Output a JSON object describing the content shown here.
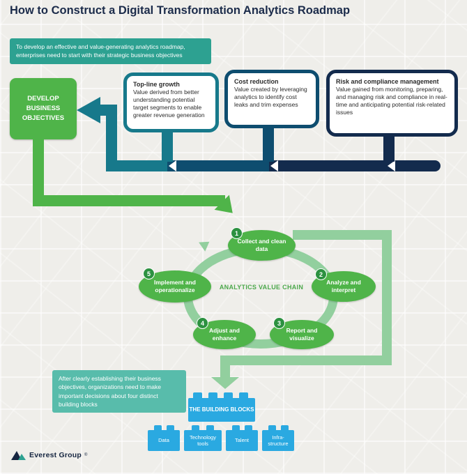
{
  "page": {
    "title": "How to Construct a Digital Transformation Analytics Roadmap"
  },
  "intro_callout": {
    "text": "To develop an effective and value-generating analytics roadmap, enterprises need to start with their strategic business objectives"
  },
  "develop_objectives": {
    "label": "DEVELOP BUSINESS OBJECTIVES"
  },
  "objective_boxes": [
    {
      "title": "Top-line growth",
      "body": "Value derived from better understanding potential target segments to enable greater revenue generation"
    },
    {
      "title": "Cost reduction",
      "body": "Value created by leveraging analytics to identify cost leaks and trim expenses"
    },
    {
      "title": "Risk and compliance management",
      "body": "Value gained from monitoring, preparing, and managing risk and compliance in real-time and anticipating potential risk-related issues"
    }
  ],
  "value_chain": {
    "center_label": "ANALYTICS VALUE CHAIN",
    "steps": [
      {
        "num": "1",
        "label": "Collect and clean data"
      },
      {
        "num": "2",
        "label": "Analyze and interpret"
      },
      {
        "num": "3",
        "label": "Report and visualize"
      },
      {
        "num": "4",
        "label": "Adjust and enhance"
      },
      {
        "num": "5",
        "label": "Implement and operationalize"
      }
    ]
  },
  "building_callout": {
    "text": "After clearly establishing their business objectives, organizations need to make important decisions about four distinct building blocks"
  },
  "building_blocks": {
    "title": "THE BUILDING BLOCKS",
    "items": [
      "Data",
      "Technology tools",
      "Talent",
      "Infra-structure"
    ]
  },
  "footer": {
    "brand": "Everest Group",
    "reg": "®"
  },
  "colors": {
    "bg": "#efeeea",
    "title": "#1b2b4a",
    "teal_callout": "#2da191",
    "teal_callout_light": "#58bcab",
    "green": "#4fb449",
    "green_dark": "#2c9140",
    "green_light": "#92cf9e",
    "green_text": "#4ca84c",
    "band1": "#17798b",
    "band2": "#0e4d6f",
    "band3": "#132b4d",
    "brick_blue": "#2aa9e1",
    "logo_navy": "#152540"
  }
}
